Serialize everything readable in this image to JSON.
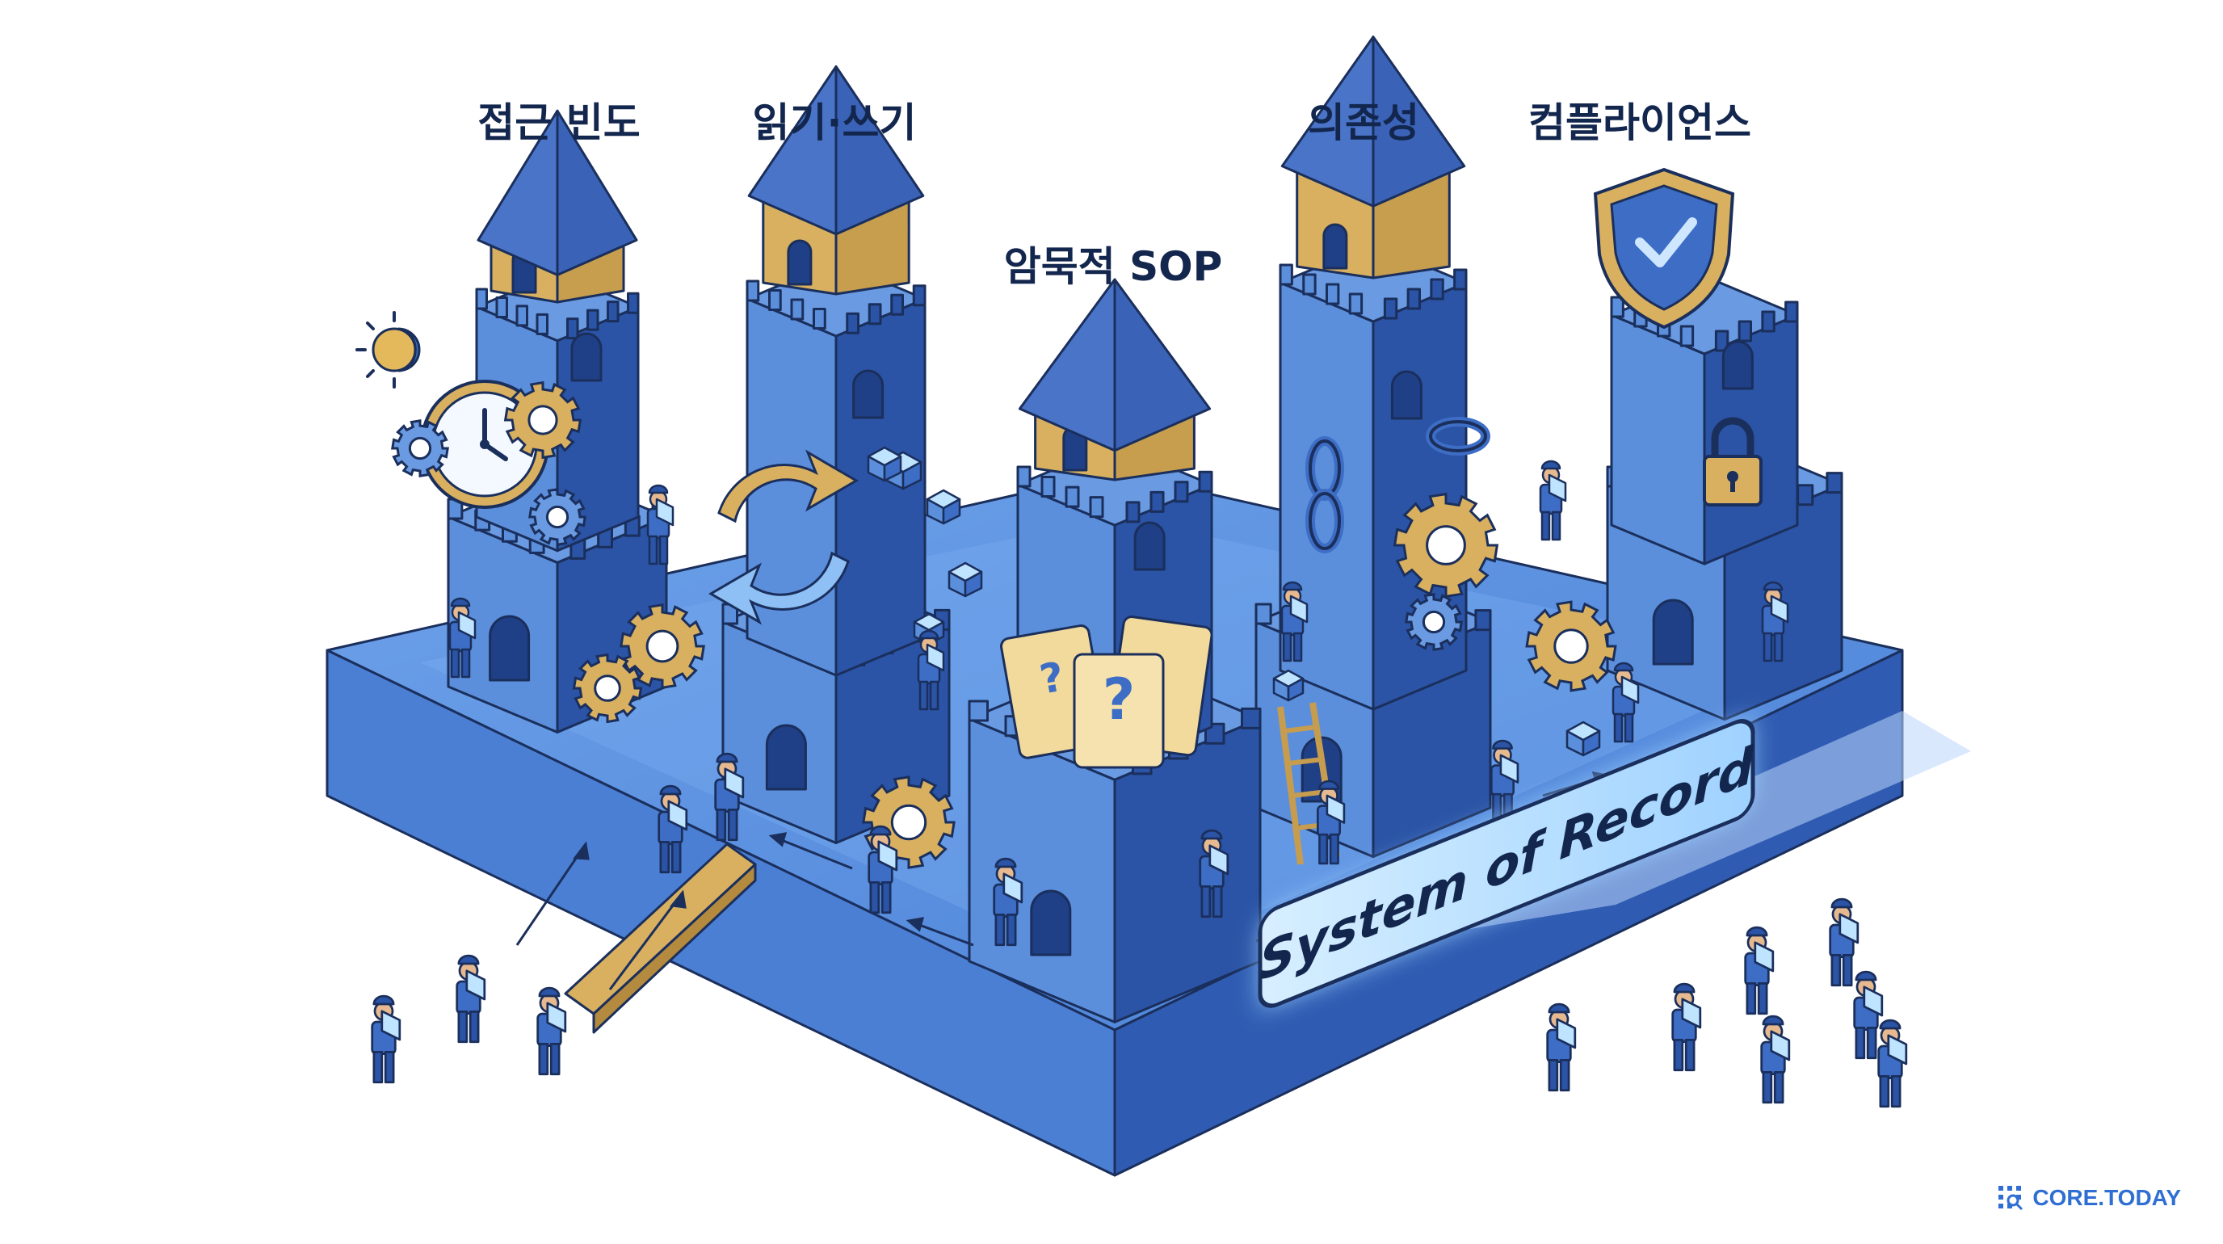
{
  "labels": {
    "access_frequency": "접근 빈도",
    "read_write": "읽기·쓰기",
    "implicit_sop": "암묵적 SOP",
    "dependency": "의존성",
    "compliance": "컴플라이언스"
  },
  "banner": {
    "text": "System of Record"
  },
  "brand": {
    "name": "CORE.TODAY"
  },
  "colors": {
    "castle_light": "#5b8fdc",
    "castle_mid": "#3d6dc4",
    "castle_dark": "#2b54a6",
    "roof": "#3a63b8",
    "accent_gold": "#d8b060",
    "outline": "#1b2f5c",
    "banner_glow": "#bfe4ff"
  },
  "icons": [
    "clock-icon",
    "sun-moon-icon",
    "gear-icon",
    "sync-arrows-icon",
    "scroll-question-icon",
    "chain-link-icon",
    "shield-check-icon",
    "padlock-icon",
    "data-cube-icon",
    "worker-figure"
  ]
}
